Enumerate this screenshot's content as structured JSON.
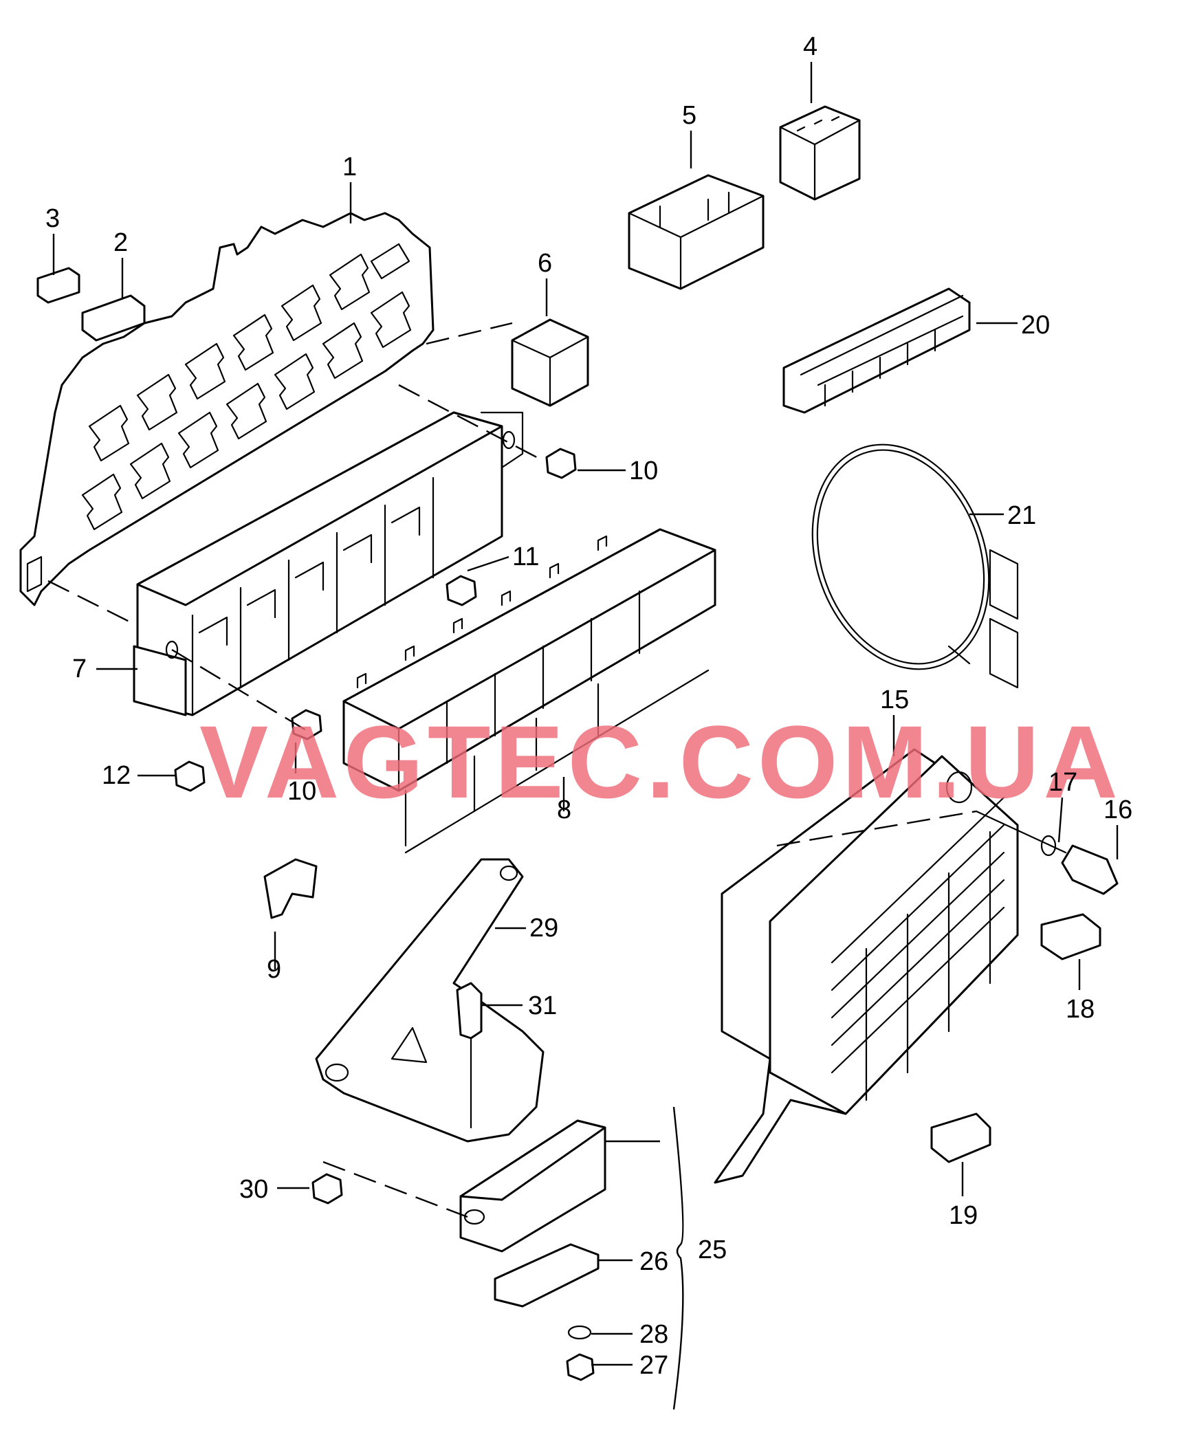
{
  "diagram": {
    "watermark": "VAGTEC.COM.UA",
    "callouts": {
      "c1": "1",
      "c2": "2",
      "c3": "3",
      "c4": "4",
      "c5": "5",
      "c6": "6",
      "c7": "7",
      "c8": "8",
      "c9": "9",
      "c10a": "10",
      "c10b": "10",
      "c11": "11",
      "c12": "12",
      "c15": "15",
      "c16": "16",
      "c17": "17",
      "c18": "18",
      "c19": "19",
      "c20": "20",
      "c21": "21",
      "c25": "25",
      "c26": "26",
      "c27": "27",
      "c28": "28",
      "c29": "29",
      "c30": "30",
      "c31": "31"
    }
  }
}
